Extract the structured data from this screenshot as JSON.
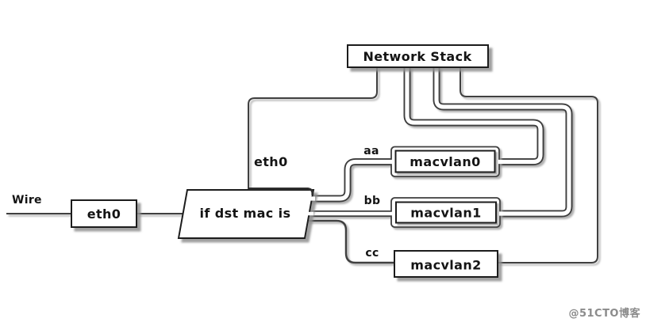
{
  "diagram": {
    "type": "network-diagram",
    "nodes": {
      "wire": "Wire",
      "eth0": "eth0",
      "decision": "if dst mac is",
      "eth0_path": "eth0",
      "network_stack": "Network Stack",
      "macvlan0": "macvlan0",
      "macvlan1": "macvlan1",
      "macvlan2": "macvlan2"
    },
    "edge_labels": {
      "aa": "aa",
      "bb": "bb",
      "cc": "cc"
    },
    "watermark": "@51CTO博客",
    "colors": {
      "background": "#ffffff",
      "line": "#3f3f3f",
      "pipe_outline": "#3c3c3c",
      "pipe_core": "#ffffff",
      "box_border": "#1c1c1c",
      "box_fill": "#ffffff",
      "shadow": "#9a9a9a",
      "text": "#141414",
      "watermark_text": "#8b8b8b"
    }
  }
}
